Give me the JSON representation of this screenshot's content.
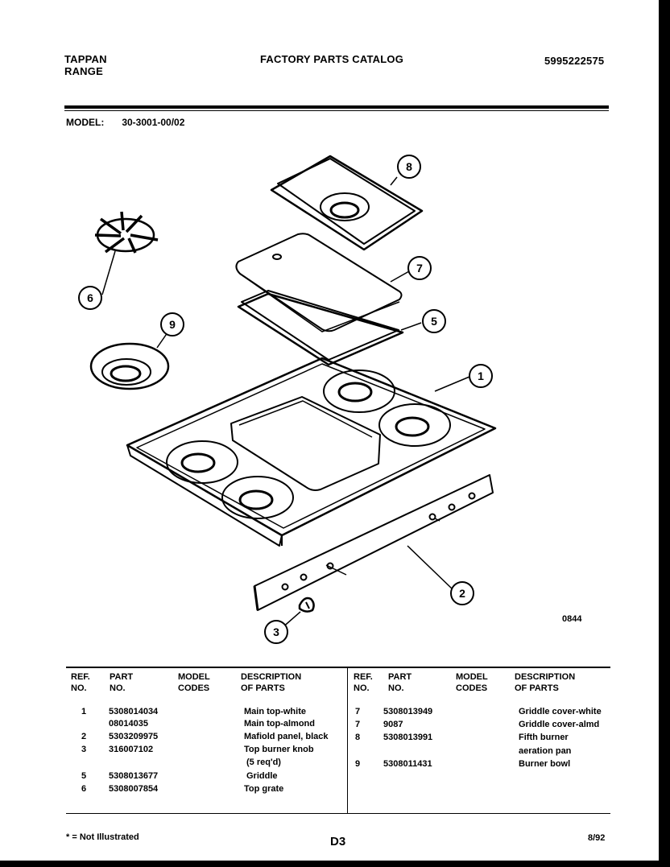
{
  "header": {
    "brand_line1": "TAPPAN",
    "brand_line2": "RANGE",
    "title": "FACTORY PARTS CATALOG",
    "catalog_number": "5995222575"
  },
  "model": {
    "label": "MODEL:",
    "value": "30-3001-00/02"
  },
  "diagram": {
    "callouts": [
      "1",
      "2",
      "3",
      "5",
      "6",
      "7",
      "8",
      "9"
    ],
    "code": "0844"
  },
  "table": {
    "headers": {
      "ref": "REF.\nNO.",
      "part": "PART\nNO.",
      "model": "MODEL\nCODES",
      "desc": "DESCRIPTION\nOF PARTS"
    },
    "left_rows": [
      {
        "ref": "1",
        "part": "5308014034",
        "desc": "Main top-white"
      },
      {
        "ref": "",
        "part": "08014035",
        "desc": "Main top-almond"
      },
      {
        "ref": "2",
        "part": "5303209975",
        "desc": "Mafiold panel, black"
      },
      {
        "ref": "3",
        "part": "316007102",
        "desc": "Top burner knob"
      },
      {
        "ref": "",
        "part": "",
        "desc": "(5 req'd)"
      },
      {
        "ref": "5",
        "part": "5308013677",
        "desc": "Griddle"
      },
      {
        "ref": "6",
        "part": "5308007854",
        "desc": "Top grate"
      }
    ],
    "right_rows": [
      {
        "ref": "7",
        "part": "5308013949",
        "desc": "Griddle cover-white"
      },
      {
        "ref": "7",
        "part": "9087",
        "desc": "Griddle cover-almd"
      },
      {
        "ref": "8",
        "part": "5308013991",
        "desc": "Fifth burner"
      },
      {
        "ref": "",
        "part": "",
        "desc": "aeration pan"
      },
      {
        "ref": "9",
        "part": "5308011431",
        "desc": "Burner bowl"
      }
    ]
  },
  "footer": {
    "note": "* = Not Illustrated",
    "page": "D3",
    "date": "8/92"
  }
}
